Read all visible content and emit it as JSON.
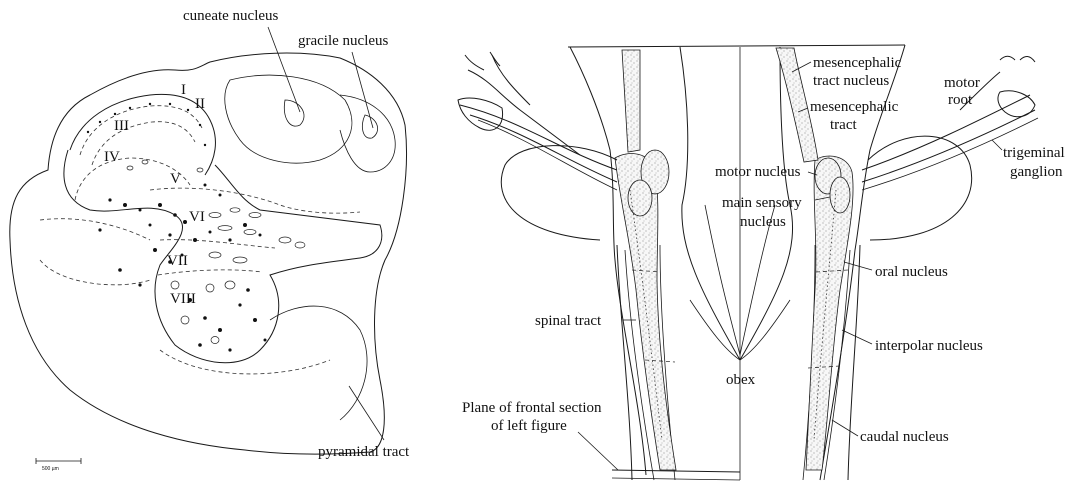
{
  "left_figure": {
    "labels": {
      "cuneate_nucleus": "cuneate nucleus",
      "gracile_nucleus": "gracile nucleus",
      "pyramidal_tract": "pyramidal tract",
      "scale_bar": "500 µm"
    },
    "laminae": [
      "I",
      "II",
      "III",
      "IV",
      "V",
      "VI",
      "VII",
      "VIII"
    ]
  },
  "right_figure": {
    "labels": {
      "mesencephalic_tract_nucleus_1": "mesencephalic",
      "mesencephalic_tract_nucleus_2": "tract nucleus",
      "mesencephalic_tract_1": "mesencephalic",
      "mesencephalic_tract_2": "tract",
      "motor_root_1": "motor",
      "motor_root_2": "root",
      "trigeminal_ganglion_1": "trigeminal",
      "trigeminal_ganglion_2": "ganglion",
      "motor_nucleus": "motor nucleus",
      "main_sensory_nucleus_1": "main sensory",
      "main_sensory_nucleus_2": "nucleus",
      "oral_nucleus": "oral nucleus",
      "spinal_tract": "spinal tract",
      "interpolar_nucleus": "interpolar nucleus",
      "obex": "obex",
      "plane_of_section_1": "Plane of frontal section",
      "plane_of_section_2": "of left figure",
      "caudal_nucleus": "caudal nucleus"
    }
  }
}
